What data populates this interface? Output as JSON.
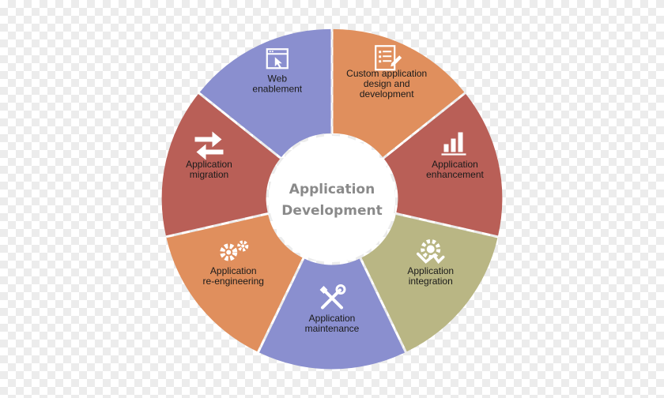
{
  "center": {
    "line1": "Application",
    "line2": "Development"
  },
  "segments": [
    {
      "id": "web-enablement",
      "lines": [
        "Web",
        "enablement"
      ],
      "color": "#8a8fcf",
      "icon": "cursor-window-icon"
    },
    {
      "id": "custom-application",
      "lines": [
        "Custom application",
        "design and",
        "development"
      ],
      "color": "#e08f5d",
      "icon": "document-edit-icon"
    },
    {
      "id": "application-enhancement",
      "lines": [
        "Application",
        "enhancement"
      ],
      "color": "#b95f57",
      "icon": "bar-chart-icon"
    },
    {
      "id": "application-integration",
      "lines": [
        "Application",
        "integration"
      ],
      "color": "#b9b684",
      "icon": "puzzle-gear-icon"
    },
    {
      "id": "application-maintenance",
      "lines": [
        "Application",
        "maintenance"
      ],
      "color": "#8a8fcf",
      "icon": "wrench-screwdriver-icon"
    },
    {
      "id": "application-re-engineering",
      "lines": [
        "Application",
        "re-engineering"
      ],
      "color": "#e08f5d",
      "icon": "gears-icon"
    },
    {
      "id": "application-migration",
      "lines": [
        "Application",
        "migration"
      ],
      "color": "#b95f57",
      "icon": "arrows-swap-icon"
    }
  ]
}
